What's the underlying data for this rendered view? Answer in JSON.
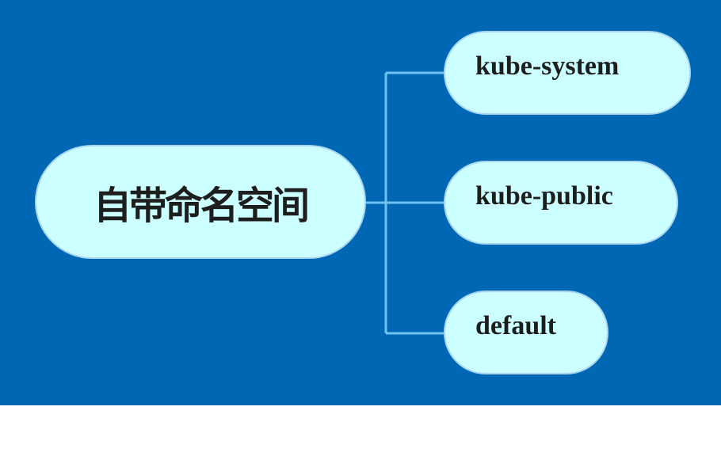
{
  "diagram": {
    "root": {
      "label": "自带命名空间"
    },
    "children": [
      {
        "label": "kube-system"
      },
      {
        "label": "kube-public"
      },
      {
        "label": "default"
      }
    ]
  },
  "colors": {
    "background": "#0067b5",
    "node_fill": "#ccffff",
    "node_border": "#a8d6ee",
    "connector": "#6ec3f2",
    "text": "#1e1e1e"
  }
}
